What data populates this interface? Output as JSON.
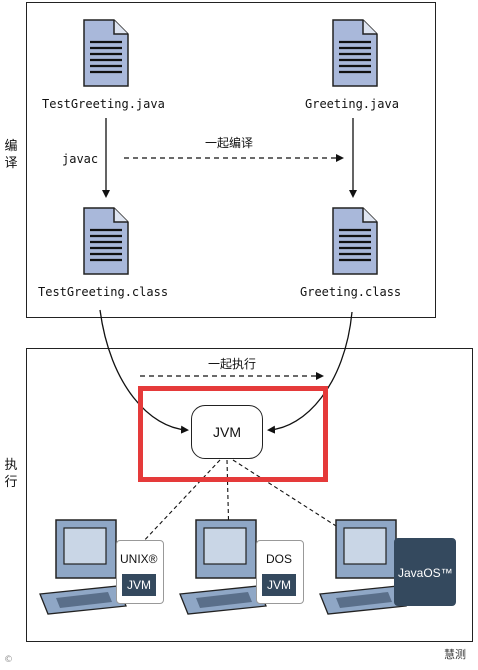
{
  "labels": {
    "compile_side": "编译",
    "execute_side": "执行",
    "compile_together": "一起编译",
    "execute_together": "一起执行",
    "javac": "javac",
    "jvm": "JVM"
  },
  "files": {
    "source_left": "TestGreeting.java",
    "source_right": "Greeting.java",
    "class_left": "TestGreeting.class",
    "class_right": "Greeting.class"
  },
  "platforms": [
    {
      "name": "UNIX®",
      "vm": "JVM"
    },
    {
      "name": "DOS",
      "vm": "JVM"
    },
    {
      "name": "JavaOS™",
      "vm": ""
    }
  ],
  "watermark": {
    "right": "慧测",
    "left": "©"
  },
  "colors": {
    "highlight": "#e53a3a",
    "platform_dark": "#34495e",
    "document_fill": "#a9b8da",
    "computer_fill": "#8fa7c6"
  }
}
